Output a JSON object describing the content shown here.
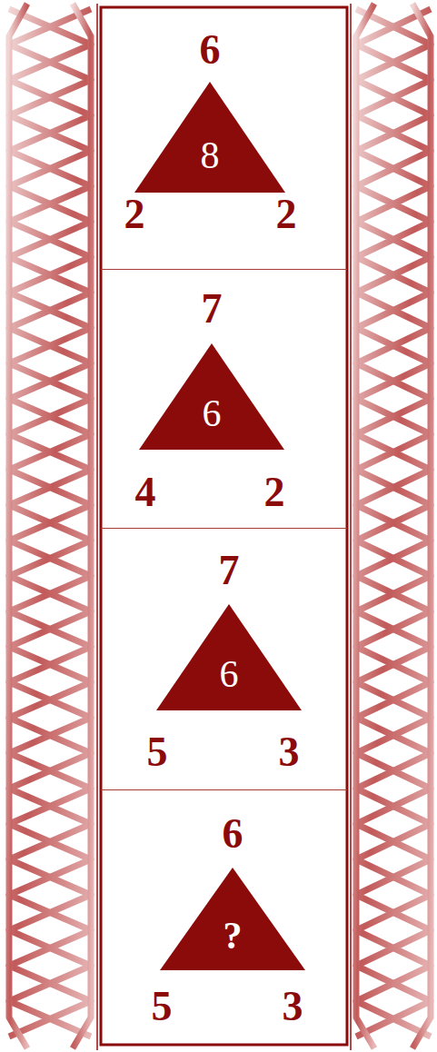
{
  "diagram": {
    "nodes": [
      {
        "text": [
          "6",
          "2",
          "2"
        ]
      },
      {
        "text": [
          "8"
        ],
        "in": 0
      },
      {
        "text": [
          "7",
          "4",
          "2"
        ]
      },
      {
        "text": [
          "6"
        ],
        "in": 2
      },
      {
        "text": [
          "7",
          "5",
          "3"
        ]
      },
      {
        "text": [
          "6"
        ],
        "in": 4
      },
      {
        "text": [
          "6",
          "5",
          "3"
        ]
      },
      {
        "text": [
          "?"
        ],
        "in": 6
      }
    ]
  }
}
